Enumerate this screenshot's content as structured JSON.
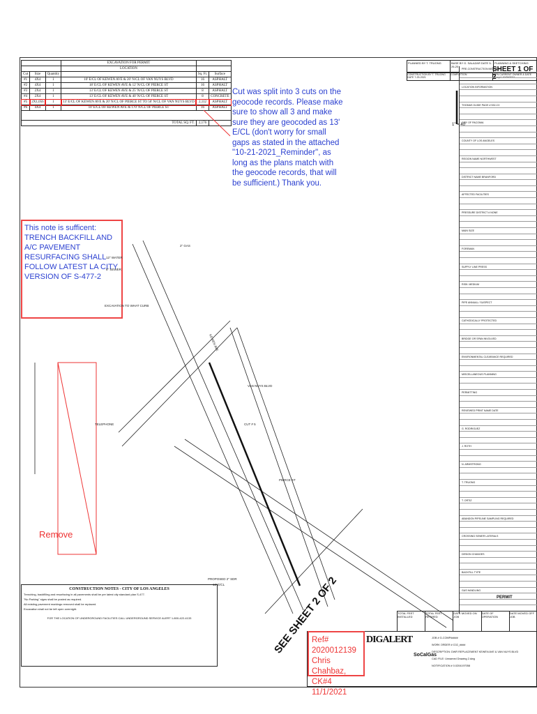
{
  "title_block": {
    "header": "PLANNING & SKETCHING",
    "planned": "PLANNED BY T. TRUONG",
    "base": "BASE BY G. SALAZAR  DATE 5-26-20",
    "construction": "CONSTRUCTION BY T. TRUONG  DATE 7-25-2021",
    "completion": "COMPLETION",
    "owner": "MFN CURRENT OWNER & DATE Group1 10/29/2021",
    "sheet": "SHEET 1 OF 2"
  },
  "excavation": {
    "title": "EXCAVATION FOR PERMIT",
    "subtitle": "LOCATION",
    "headers": [
      "Cut",
      "Size",
      "Quantity",
      "",
      "Sq. Ft.",
      "Surface"
    ],
    "rows": [
      [
        "#1",
        "4X4",
        "1",
        "10' E/CL OF KEWEN AVE & 20' N/CL OF VAN NUYS BLVD",
        "16",
        "ASPHALT"
      ],
      [
        "#2",
        "4X4",
        "1",
        "18' E/CL OF KEWEN AVE & 12' N/CL OF PIERCE ST",
        "16",
        "ASPHALT"
      ],
      [
        "#3",
        "2X4",
        "1",
        "13' E/CL OF KEWEN AVE & 25' N/CL OF PIERCE ST",
        "8",
        "ASPHALT"
      ],
      [
        "#4",
        "2X4",
        "1",
        "13' E/CL OF KEWEN AVE & 40' N/CL OF PIERCE ST",
        "8",
        "CONCRETE"
      ],
      [
        "#5",
        "2X1,056",
        "1",
        "13' E/CL OF KEWEN AVE & 20' N/CL OF PIERCE ST TO 50' N/CL OF VAN NUYS BLVD",
        "2,112",
        "ASPHALT"
      ],
      [
        "#6",
        "4X4",
        "1",
        "10' E/CL OF KEWEN AVE & 170' N/CL OF PIERCE ST",
        "16",
        "ASPHALT"
      ]
    ],
    "total_label": "TOTAL SQ. FT.",
    "total": "2,176"
  },
  "comment": "Cut was split into 3 cuts on the geocode records. Please make sure to show all 3 and make sure they are geocoded as 13' E/CL (don't worry for small gaps as stated in the attached \"10-21-2021_Reminder\", as long as the plans match with the geocode records, that will be sufficient.) Thank you.",
  "note": "This note is sufficent: TRENCH BACKFILL AND A/C PAVEMENT RESURFACING SHALL FOLLOW LATEST LA CITY VERSION OF S-477-2",
  "remove": "Remove",
  "ref": [
    "Ref# 2020012139",
    "Chris Chahbaz, CK#4",
    "11/1/2021"
  ],
  "see_sheet": "SEE SHEET 2 OF 2",
  "scale": "1\" = 40'",
  "construction_notes": {
    "title": "CONSTRUCTION NOTES - CITY OF LOS ANGELES",
    "lines": [
      "Trenching, backfilling and resurfacing in all pavements shall be per latest city standard plan S-477.",
      "\"No Parking\" signs shall be posted as required.",
      "All existing pavement markings removed shall be replaced.",
      "Excavation shall not be left open overnight.",
      "FOR THE LOCATION OF UNDERGROUND FACILITIES CALL UNDERGROUND SERVICE ALERT 1-800-422-4133"
    ]
  },
  "drawing_labels": [
    "KEWEN AVE",
    "VAN NUYS BLVD",
    "PIERCE ST",
    "PROPOSED 2\" SDR",
    "13' E/CL",
    "CUT # 5",
    "EXCAVATION TO WHAT CURB",
    "TELEPHONE",
    "8\" SEWER",
    "12\" WATER",
    "2\" GAS"
  ],
  "right_panel": [
    "PRE-CONSTRUCTION MEETING",
    "LOCATION INFORMATION",
    "THOMAS GUIDE PAGE # 532-C3",
    "CITY OF PACOIMA",
    "COUNTY OF LOS ANGELES",
    "REGION NAME NORTHWEST",
    "DISTRICT NAME BRANFORD",
    "AFFECTED FACILITIES",
    "PRESSURE DISTRICT # NONE",
    "MAIN SIZE",
    "FOREMAN",
    "SUPPLY LINE PRESS",
    "RISK: MEDIUM",
    "PIPE ANNUAL / SUSPECT",
    "CATHODICALLY PROTECTED",
    "BRIDGE OR SPAN INVOLVED",
    "ENVIRONMENTAL CLEARANCE REQUIRED",
    "MISCELLANEOUS PLANNING",
    "PERMITTING",
    "REVIEWED  PRINT NAME  DATE",
    "G. RODRIGUEZ",
    "J. ROTH",
    "N. ARMSTRONG",
    "T. TRUONG",
    "T. ORTIZ",
    "ABANDON PIPELINE SAMPLING REQUIRED",
    "CROSSING SEWER LATERALS",
    "DESIGN CHANGES",
    "BACKFILL TYPE",
    "GAS HANDLING"
  ],
  "permit": "PERMIT",
  "bottom_block": {
    "logo": "DIGALERT",
    "socal": "SoCalGas",
    "job": "JOB # G-COMP#####",
    "work": "WORK ORDER # C02_####",
    "description": "DESCRIPTION: DWR REPLACEMENT KEWEN AVE & VAN NUYS BLVD",
    "cad": "CAD FILE: Unnamed Drawing 2.dwg",
    "notification": "NOTIFICATION # 0.0204197058",
    "cols": [
      "TOTAL FEET INSTALLED",
      "TOTAL FEET RETIRED",
      "DATE MOVED ON JOB",
      "DATE OF OPERATION",
      "DATE MOVED OFF JOB"
    ]
  }
}
